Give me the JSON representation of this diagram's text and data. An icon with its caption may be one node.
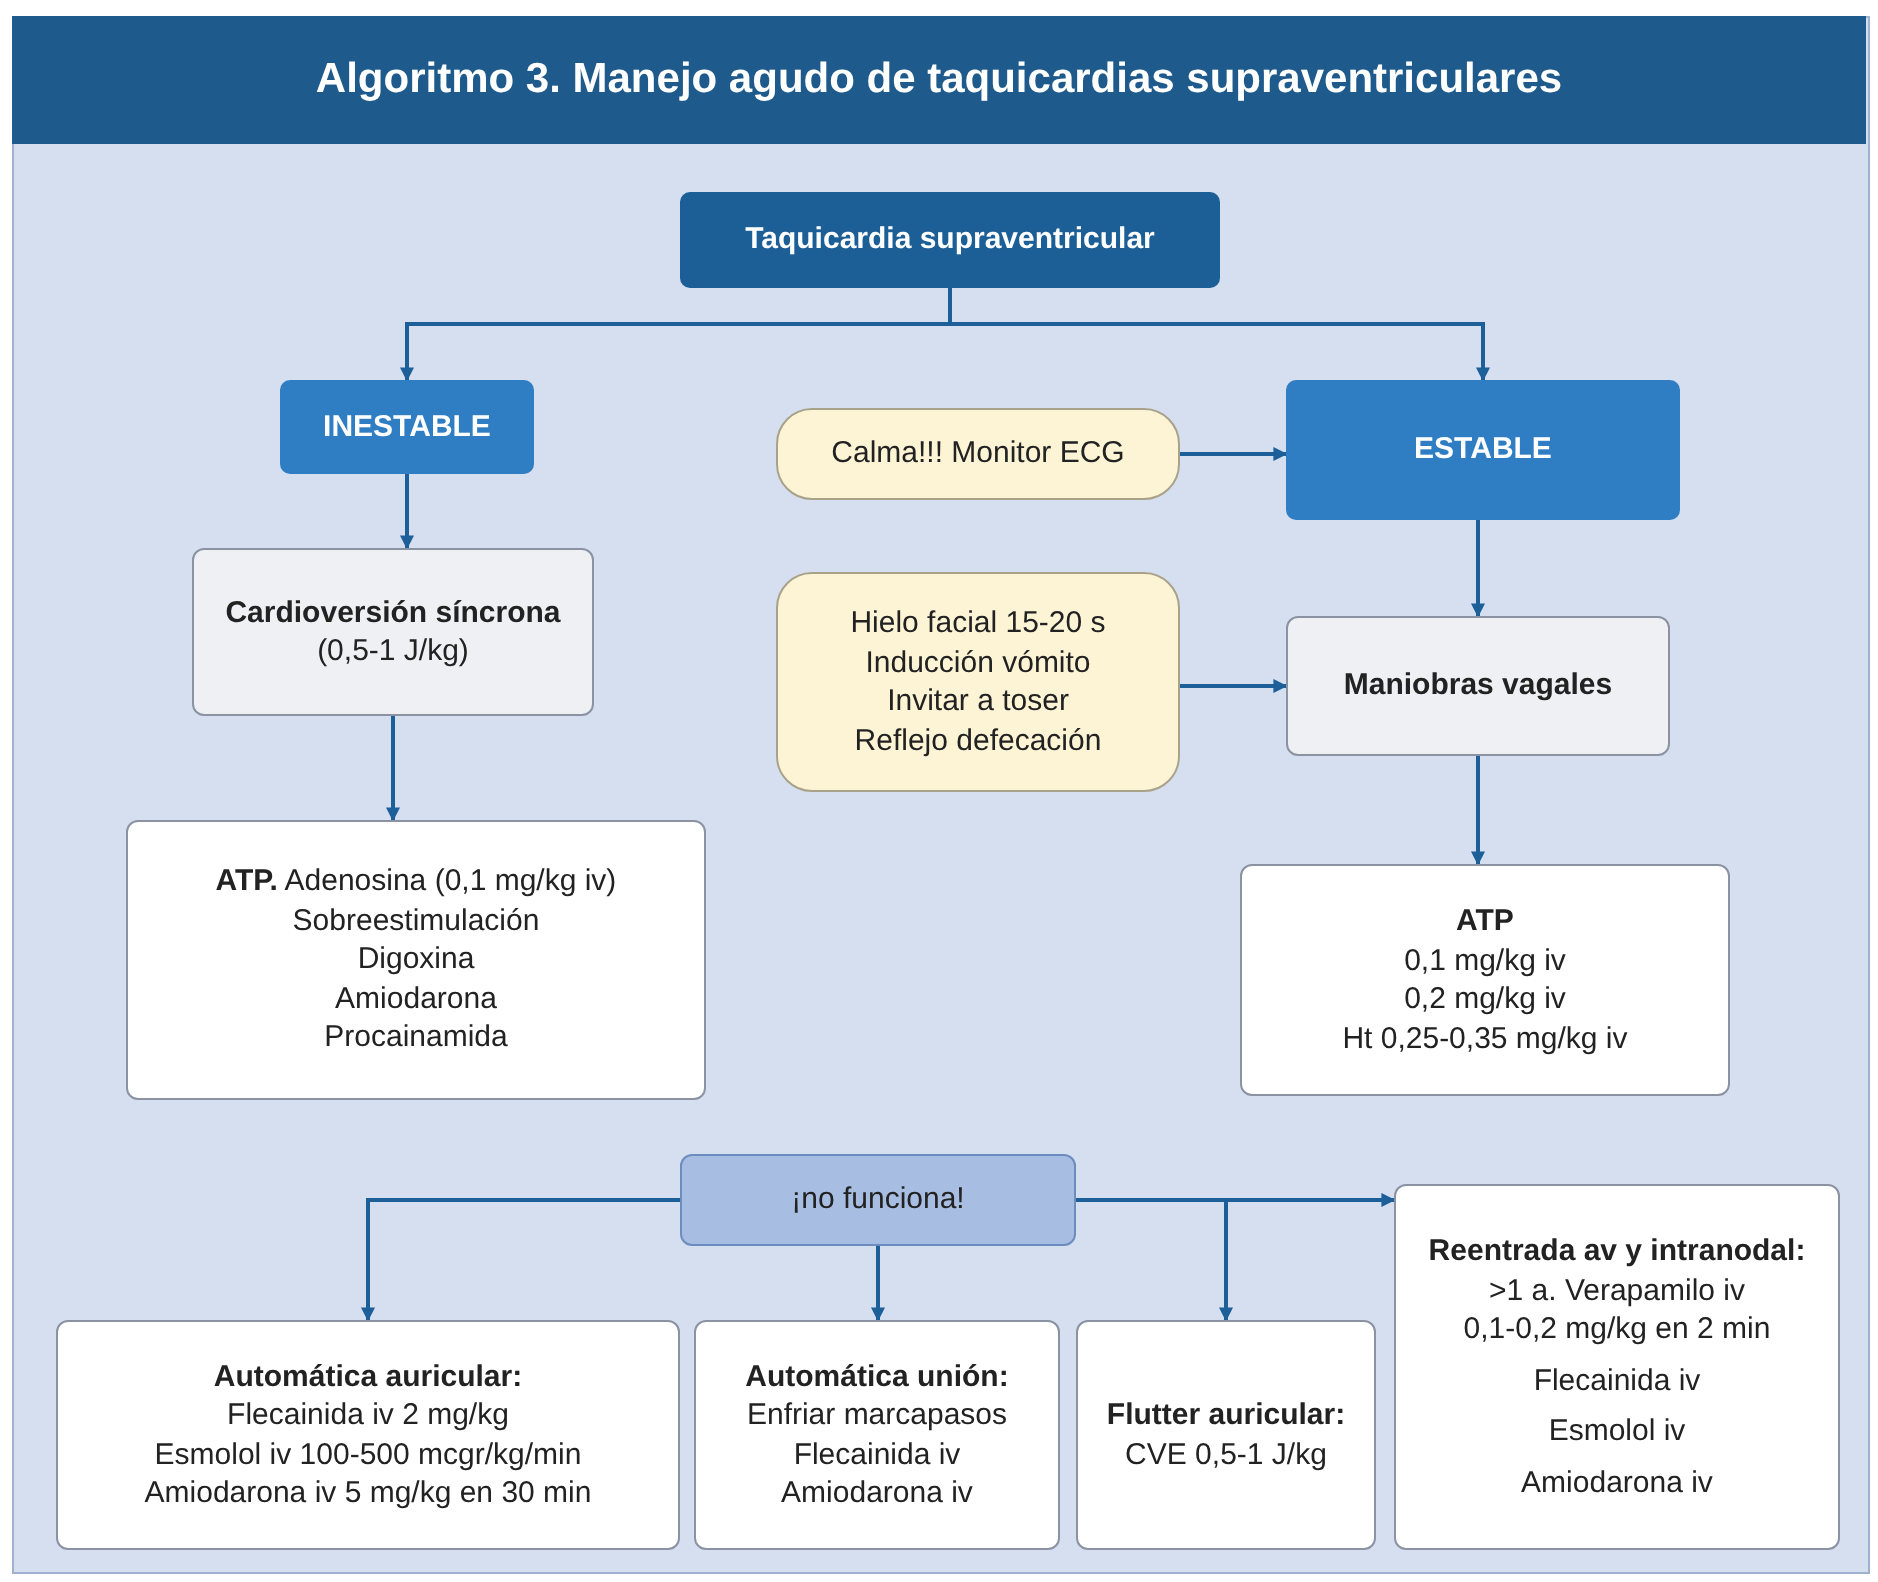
{
  "diagram": {
    "title": "Algoritmo 3. Manejo agudo de taquicardias supraventriculares",
    "nodes": [
      {
        "text": [
          "Taquicardia supraventricular"
        ]
      },
      {
        "text": [
          "INESTABLE"
        ]
      },
      {
        "text": [
          "Calma!!! Monitor ECG"
        ]
      },
      {
        "text": [
          "ESTABLE"
        ]
      },
      {
        "text": [
          "Cardioversión síncrona",
          "(0,5-1 J/kg)"
        ]
      },
      {
        "text": [
          "Hielo facial 15-20 s",
          "Inducción vómito",
          "Invitar a toser",
          "Reflejo defecación"
        ]
      },
      {
        "text": [
          "Maniobras vagales"
        ]
      },
      {
        "text": [
          "**ATP.** Adenosina (0,1 mg/kg iv)",
          "Sobreestimulación",
          "Digoxina",
          "Amiodarona",
          "Procainamida"
        ]
      },
      {
        "text": [
          "ATP",
          "0,1 mg/kg iv",
          "0,2 mg/kg iv",
          "Ht 0,25-0,35 mg/kg iv"
        ]
      },
      {
        "text": [
          "¡no funciona!"
        ]
      },
      {
        "text": [
          "Automática auricular:",
          "Flecainida iv 2 mg/kg",
          "Esmolol iv 100-500 mcgr/kg/min",
          "Amiodarona iv 5 mg/kg en 30 min"
        ]
      },
      {
        "text": [
          "Automática unión:",
          "Enfriar marcapasos",
          "Flecainida iv",
          "Amiodarona iv"
        ]
      },
      {
        "text": [
          "Flutter auricular:",
          "CVE 0,5-1 J/kg"
        ]
      },
      {
        "text": [
          "Reentrada av y intranodal:",
          ">1 a. Verapamilo iv",
          "0,1-0,2 mg/kg en 2 min",
          "Flecainida iv",
          "Esmolol iv",
          "Amiodarona iv"
        ]
      }
    ],
    "edges": [
      {
        "from": 0,
        "to": 1,
        "arrow": "to"
      },
      {
        "from": 0,
        "to": 3,
        "arrow": "to"
      },
      {
        "from": 1,
        "to": 4,
        "arrow": "to"
      },
      {
        "from": 2,
        "to": 3,
        "arrow": "to"
      },
      {
        "from": 3,
        "to": 6,
        "arrow": "to"
      },
      {
        "from": 5,
        "to": 6,
        "arrow": "to"
      },
      {
        "from": 4,
        "to": 7,
        "arrow": "to"
      },
      {
        "from": 6,
        "to": 8,
        "arrow": "to"
      },
      {
        "from": 9,
        "to": 10,
        "arrow": "to"
      },
      {
        "from": 9,
        "to": 11,
        "arrow": "to"
      },
      {
        "from": 9,
        "to": 12,
        "arrow": "to"
      },
      {
        "from": 9,
        "to": 13,
        "arrow": "to"
      }
    ]
  }
}
